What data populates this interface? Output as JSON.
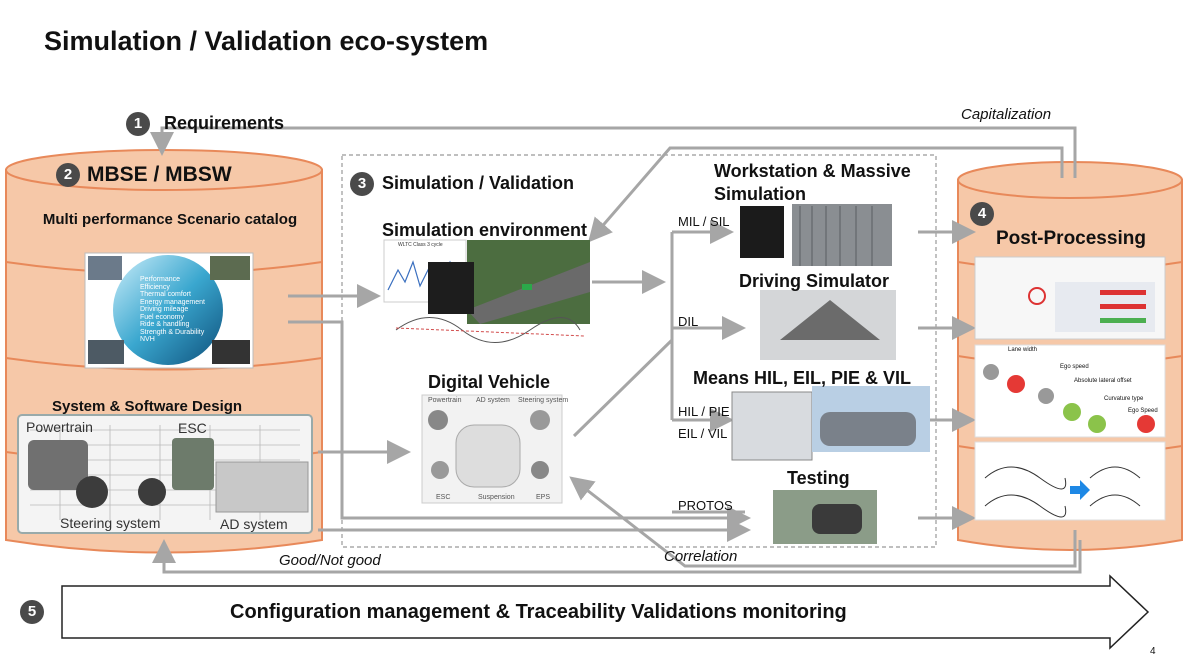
{
  "title": "Simulation / Validation eco-system",
  "steps": [
    {
      "num": "1",
      "label": "Requirements"
    },
    {
      "num": "2",
      "label": "MBSE / MBSW"
    },
    {
      "num": "3",
      "label": "Simulation / Validation"
    },
    {
      "num": "4",
      "label": "Post-Processing"
    },
    {
      "num": "5",
      "label": "Configuration management & Traceability Validations monitoring"
    }
  ],
  "mbse": {
    "scenario_catalog": "Multi performance Scenario catalog",
    "globe_items": [
      "Performance",
      "Efficiency",
      "Thermal comfort",
      "Energy management",
      "Driving mileage",
      "Fuel economy",
      "Ride & handling",
      "Strength & Durability",
      "NVH"
    ],
    "system_design": "System & Software Design",
    "powertrain": "Powertrain",
    "esc": "ESC",
    "steering": "Steering system",
    "ad_system": "AD system"
  },
  "simulation": {
    "environment": "Simulation environment",
    "digital_vehicle": "Digital Vehicle",
    "dv_labels": [
      "Powertrain",
      "AD system",
      "Steering system",
      "ESC",
      "Suspension",
      "EPS"
    ],
    "plot_title": "WLTC Class 3 cycle"
  },
  "means": {
    "workstation": "Workstation & Massive Simulation",
    "driving_sim": "Driving Simulator",
    "hil": "Means HIL, EIL, PIE & VIL",
    "testing": "Testing",
    "mil_sil": "MIL / SIL",
    "dil": "DIL",
    "hil_pie": "HIL / PIE",
    "eil_vil": "EIL / VIL",
    "protos": "PROTOS"
  },
  "post": {
    "decision_labels": [
      "Lane width",
      "Ego speed",
      "Absolute lateral offset",
      "Curvature type",
      "Ego Speed"
    ]
  },
  "feedback": {
    "capitalization": "Capitalization",
    "good_not_good": "Good/Not good",
    "correlation": "Correlation"
  },
  "page_number": "4",
  "colors": {
    "cylinder_fill": "#f6c8a8",
    "cylinder_stroke": "#e8895a",
    "arrow": "#a6a6a6",
    "badge": "#4a4a4a"
  }
}
